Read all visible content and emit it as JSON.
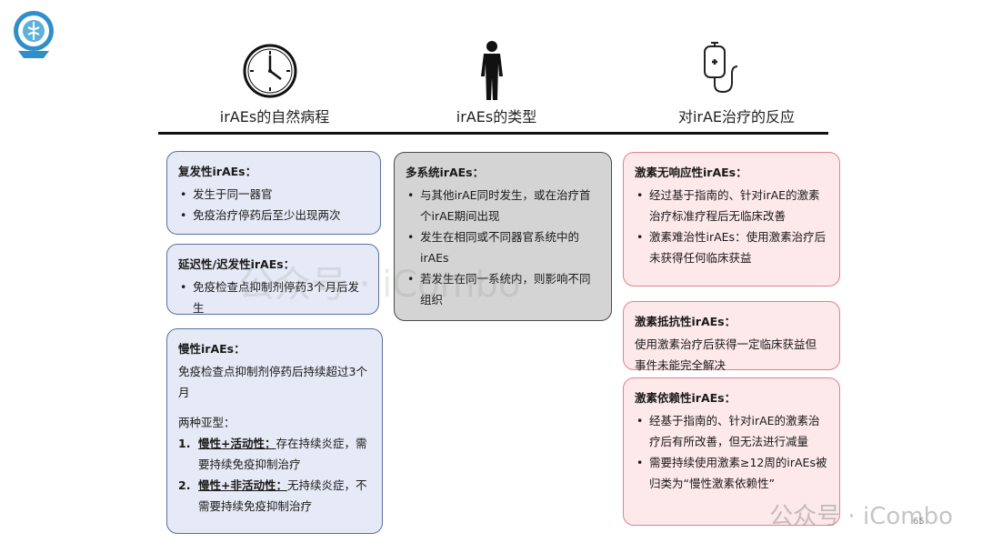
{
  "headers": [
    {
      "label": "irAEs的自然病程",
      "icon": "clock-icon"
    },
    {
      "label": "irAEs的类型",
      "icon": "human-body-icon"
    },
    {
      "label": "对irAE治疗的反应",
      "icon": "iv-drip-icon"
    }
  ],
  "col1": {
    "recurrent": {
      "title": "复发性irAEs：",
      "items": [
        "发生于同一器官",
        "免疫治疗停药后至少出现两次"
      ]
    },
    "delayed": {
      "title": "延迟性/迟发性irAEs：",
      "items": [
        "免疫检查点抑制剂停药3个月后发生"
      ]
    },
    "chronic": {
      "title": "慢性irAEs：",
      "desc": "免疫检查点抑制剂停药后持续超过3个月",
      "subtitle": "两种亚型：",
      "subtypes": [
        {
          "num": "1.",
          "name": "慢性+活动性：",
          "text": "存在持续炎症，需要持续免疫抑制治疗"
        },
        {
          "num": "2.",
          "name": "慢性+非活动性：",
          "text": "无持续炎症，不需要持续免疫抑制治疗"
        }
      ]
    }
  },
  "col2": {
    "multi": {
      "title": "多系统irAEs：",
      "items": [
        "与其他irAE同时发生，或在治疗首个irAE期间出现",
        "发生在相同或不同器官系统中的irAEs",
        "若发生在同一系统内，则影响不同组织"
      ]
    }
  },
  "col3": {
    "unresponsive": {
      "title": "激素无响应性irAEs：",
      "items": [
        "经过基于指南的、针对irAE的激素治疗标准疗程后无临床改善",
        "激素难治性irAEs：使用激素治疗后未获得任何临床获益"
      ]
    },
    "resistant": {
      "title": "激素抵抗性irAEs：",
      "desc": "使用激素治疗后获得一定临床获益但事件未能完全解决"
    },
    "dependent": {
      "title": "激素依赖性irAEs：",
      "items": [
        "经基于指南的、针对irAE的激素治疗后有所改善，但无法进行减量",
        "需要持续使用激素≥12周的irAEs被归类为“慢性激素依赖性”"
      ]
    }
  },
  "watermark": "公众号 · iCombo",
  "page_number": "65",
  "colors": {
    "blue_fill": "#e6e9f6",
    "gray_fill": "#d4d4d4",
    "pink_fill": "#fde8ea"
  }
}
